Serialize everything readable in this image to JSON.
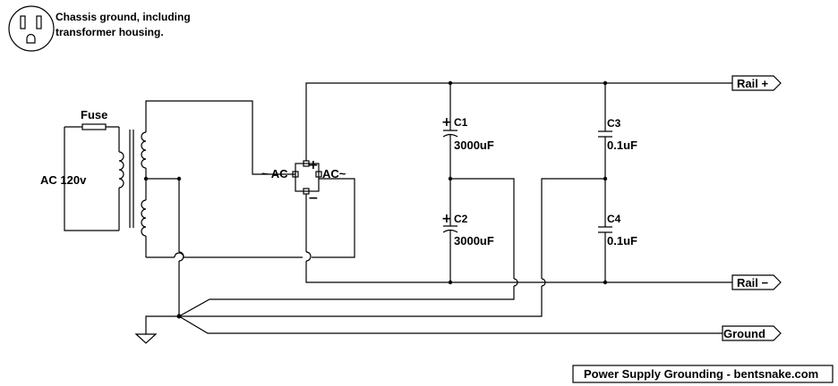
{
  "chassis_note": {
    "line1": "Chassis ground, including",
    "line2": "transformer housing."
  },
  "fuse_label": "Fuse",
  "source_label": "AC 120v",
  "bridge": {
    "ac_left": "~ AC",
    "ac_right": "AC~",
    "plus": "+",
    "minus": "−"
  },
  "capacitors": [
    {
      "ref": "C1",
      "value": "3000uF",
      "polarized": true,
      "polarity": "+"
    },
    {
      "ref": "C2",
      "value": "3000uF",
      "polarized": true,
      "polarity": "+"
    },
    {
      "ref": "C3",
      "value": "0.1uF",
      "polarized": false
    },
    {
      "ref": "C4",
      "value": "0.1uF",
      "polarized": false
    }
  ],
  "outputs": {
    "rail_plus": "Rail +",
    "rail_minus": "Rail −",
    "ground": "Ground"
  },
  "credit": "Power Supply Grounding - bentsnake.com"
}
